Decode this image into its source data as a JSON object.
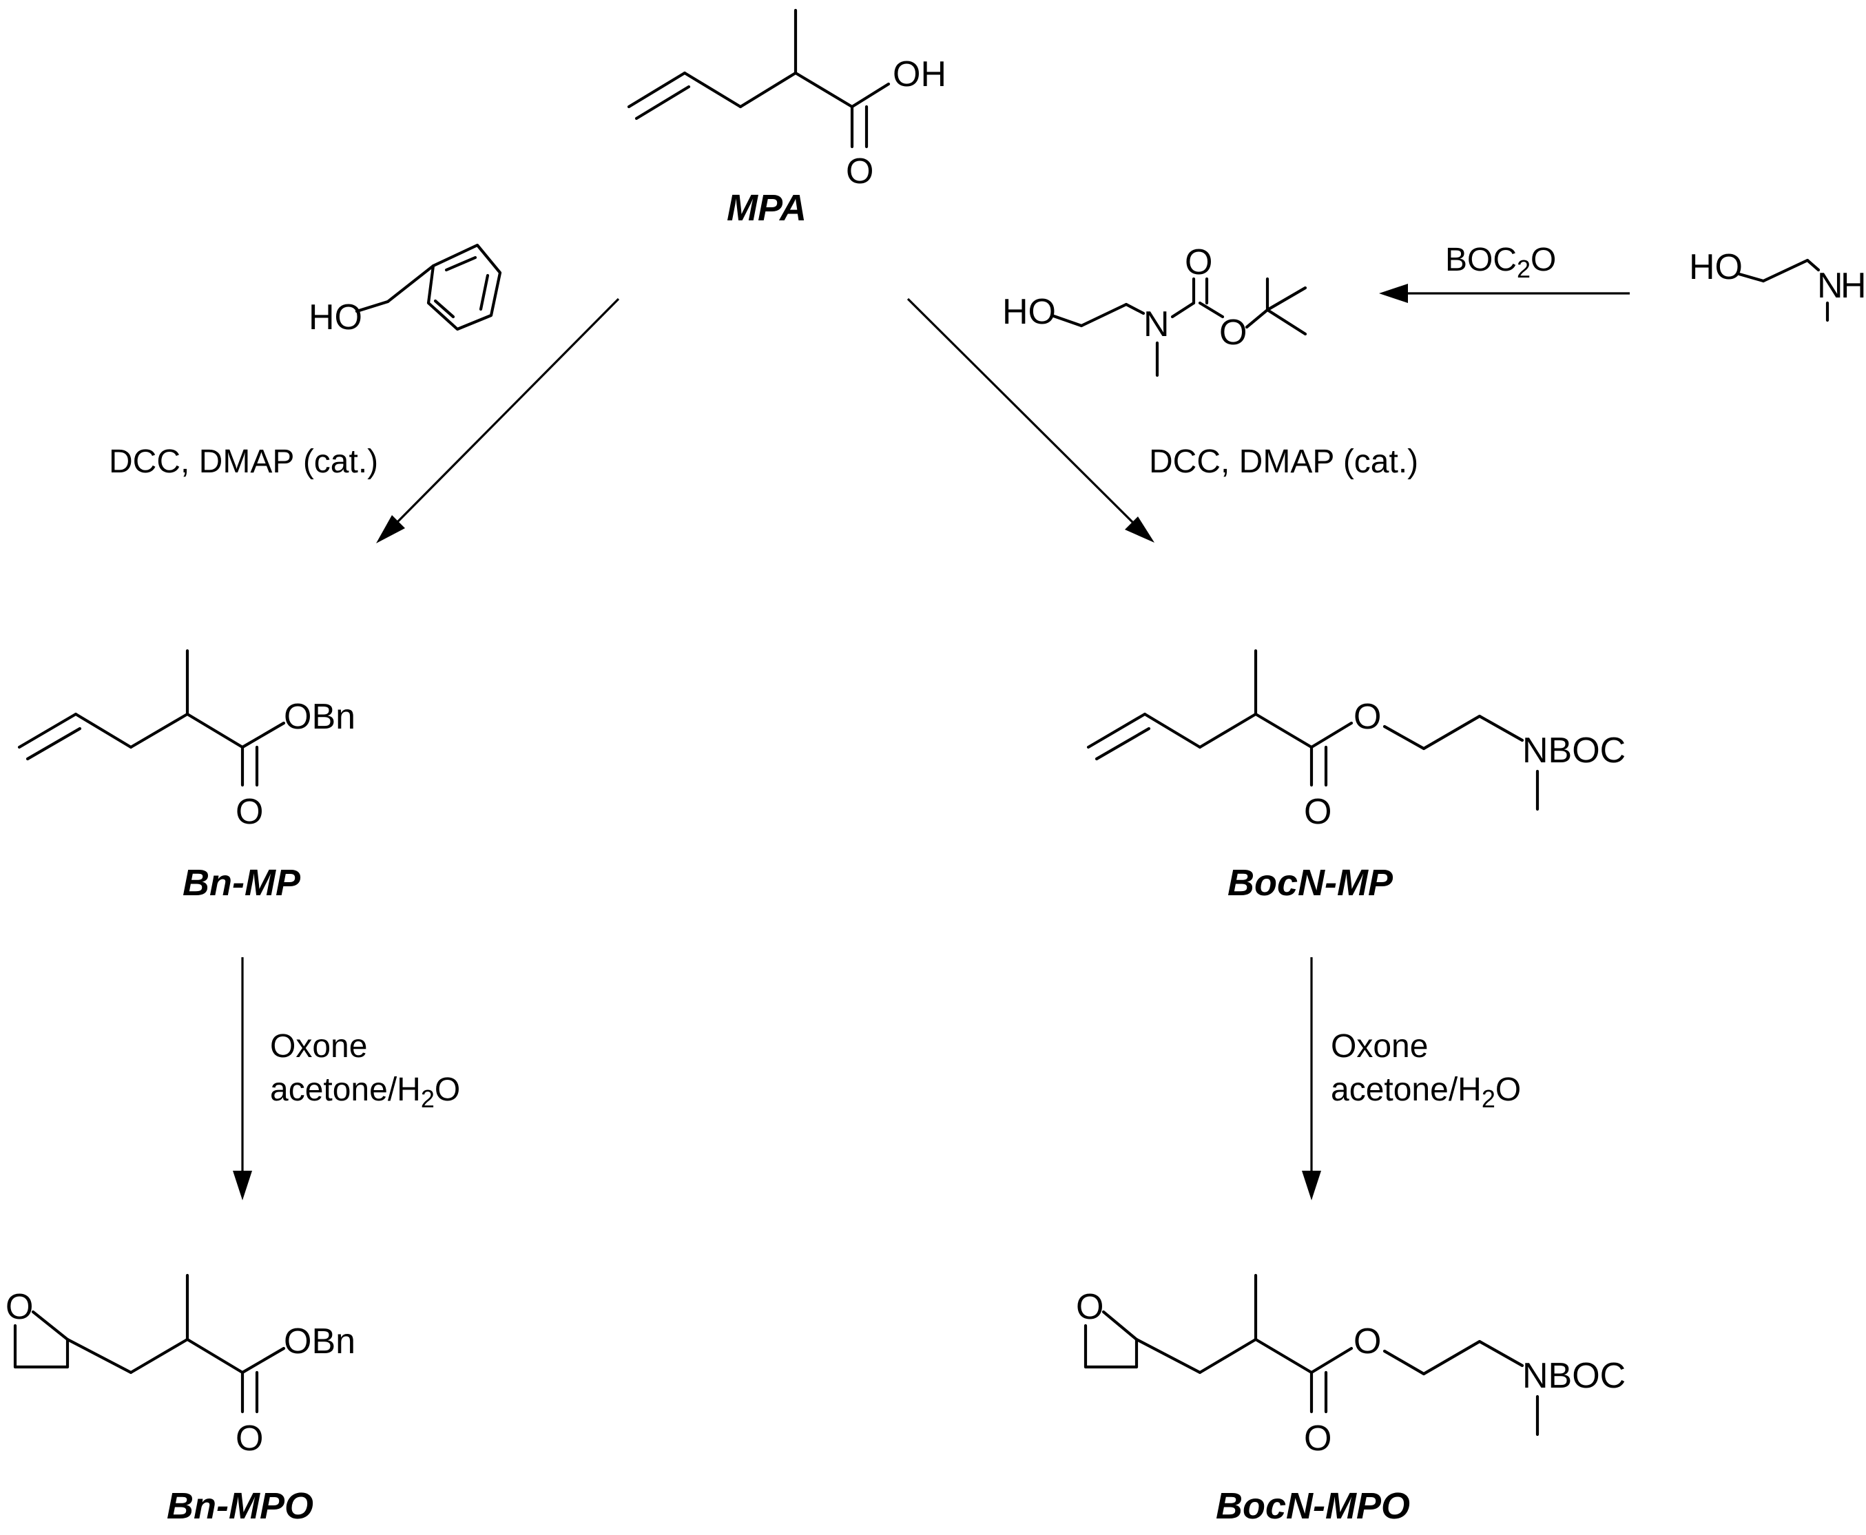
{
  "compounds": {
    "mpa": {
      "name": "MPA",
      "oh": "OH",
      "o": "O"
    },
    "benzyl_alcohol": {
      "ho": "HO"
    },
    "boc_aminoethanol": {
      "ho": "HO",
      "n": "N",
      "o_carbonyl": "O",
      "o_ester": "O"
    },
    "methylaminoethanol": {
      "ho": "HO",
      "n": "N",
      "h": "H"
    },
    "bn_mp": {
      "name": "Bn-MP",
      "obn": "OBn",
      "o": "O"
    },
    "bocn_mp": {
      "name": "BocN-MP",
      "o_ester": "O",
      "o": "O",
      "nboc": "NBOC"
    },
    "bn_mpo": {
      "name": "Bn-MPO",
      "o_epox": "O",
      "obn": "OBn",
      "o": "O"
    },
    "bocn_mpo": {
      "name": "BocN-MPO",
      "o_epox": "O",
      "o_ester": "O",
      "o": "O",
      "nboc": "NBOC"
    }
  },
  "reagents": {
    "boc2o": {
      "main": "BOC",
      "sub": "2",
      "tail": "O"
    },
    "coupling_left": "DCC, DMAP (cat.)",
    "coupling_right": "DCC, DMAP (cat.)",
    "oxidation_left": {
      "line1": "Oxone",
      "line2_main": "acetone/H",
      "line2_sub": "2",
      "line2_tail": "O"
    },
    "oxidation_right": {
      "line1": "Oxone",
      "line2_main": "acetone/H",
      "line2_sub": "2",
      "line2_tail": "O"
    }
  }
}
